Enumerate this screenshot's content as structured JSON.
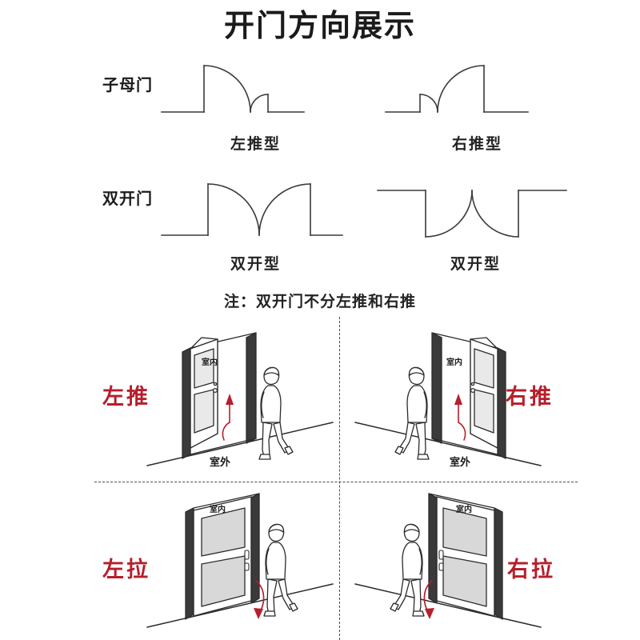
{
  "title": "开门方向展示",
  "plan_section": {
    "rows": [
      {
        "label": "子母门",
        "items": [
          {
            "type_label": "左推型",
            "swing": "left-push"
          },
          {
            "type_label": "右推型",
            "swing": "right-push"
          }
        ]
      },
      {
        "label": "双开门",
        "items": [
          {
            "type_label": "双开型",
            "swing": "double-up"
          },
          {
            "type_label": "双开型",
            "swing": "double-down"
          }
        ]
      }
    ],
    "note": "注：双开门不分左推和右推"
  },
  "illustrations": {
    "quadrants": [
      {
        "id": "top-left",
        "direction_label": "左推",
        "indoor_label": "室内",
        "outdoor_label": "室外",
        "door_state": "open",
        "arrow": "push-in"
      },
      {
        "id": "top-right",
        "direction_label": "右推",
        "indoor_label": "室内",
        "outdoor_label": "室外",
        "door_state": "open",
        "arrow": "push-in"
      },
      {
        "id": "bottom-left",
        "direction_label": "左拉",
        "indoor_label": "室内",
        "outdoor_label": "",
        "door_state": "closed",
        "arrow": "pull-out"
      },
      {
        "id": "bottom-right",
        "direction_label": "右拉",
        "indoor_label": "室内",
        "outdoor_label": "",
        "door_state": "closed",
        "arrow": "pull-out"
      }
    ]
  },
  "colors": {
    "accent_red": "#b61f2b",
    "line": "#2b2b2b",
    "background": "#ffffff",
    "door_panel_fill": "#d8d8d8",
    "door_frame_dark": "#3a3a3a"
  }
}
